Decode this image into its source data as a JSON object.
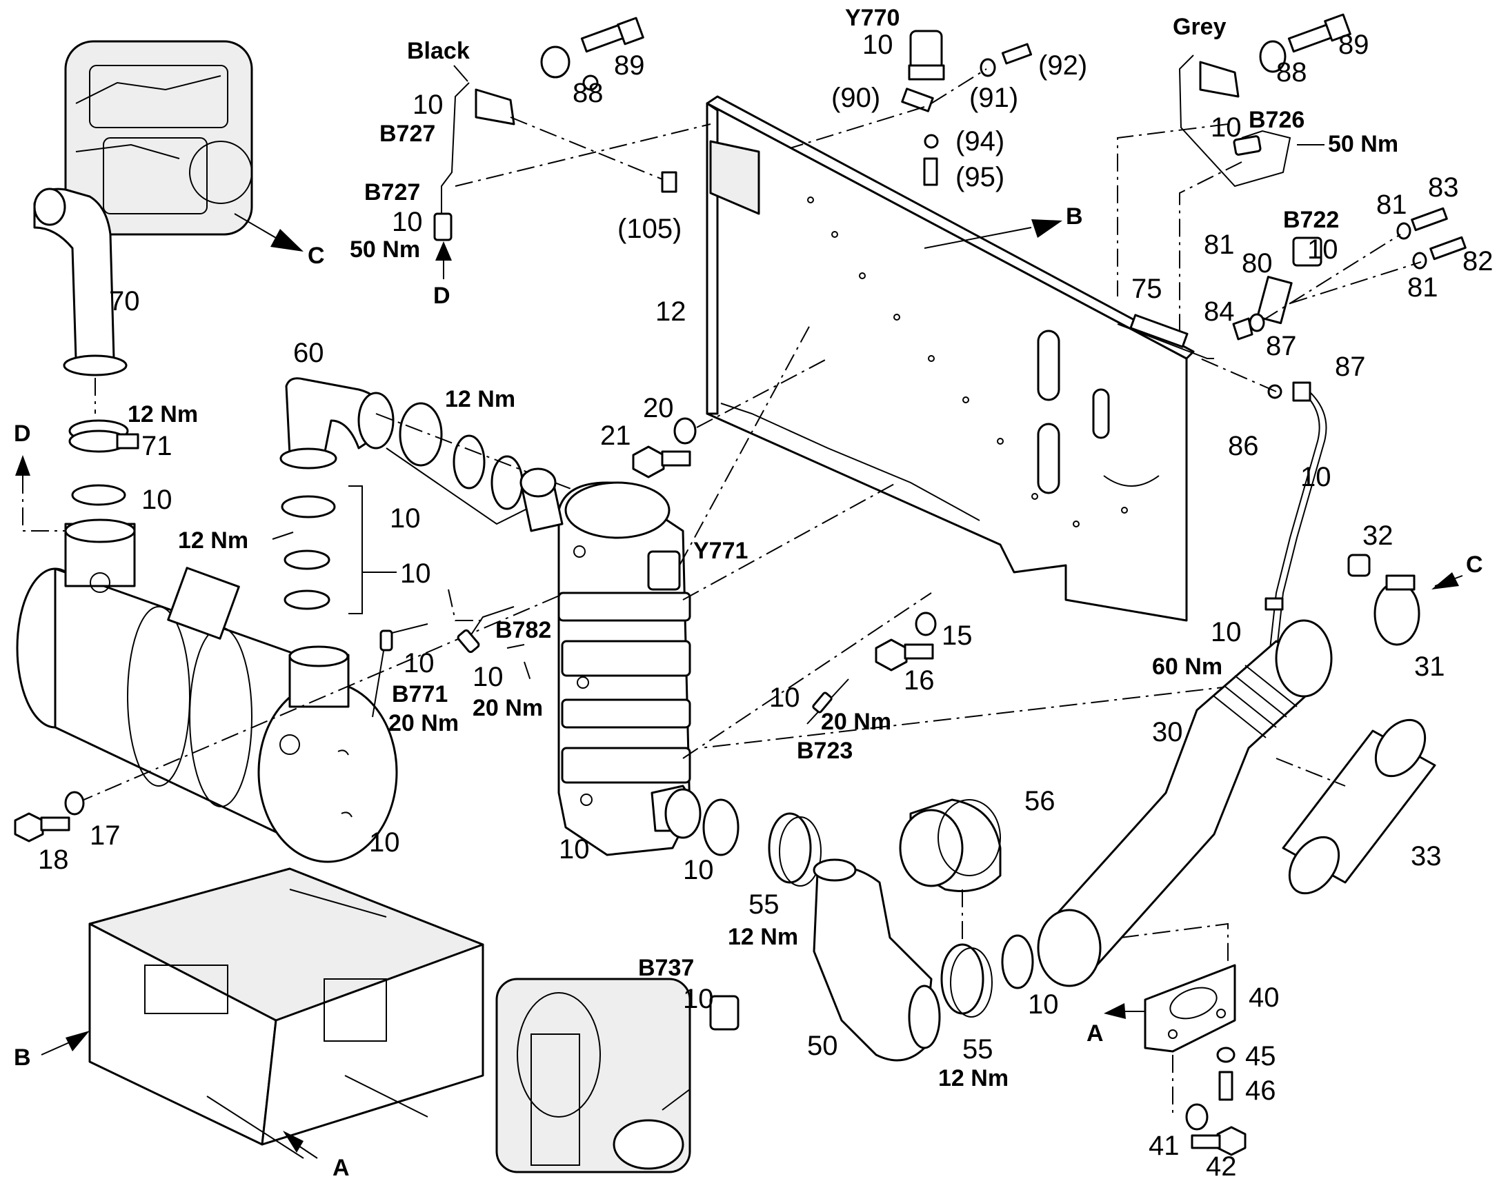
{
  "callouts": {
    "c70": "70",
    "c71": "71",
    "c71_torque": "12 Nm",
    "c10_ring_top": "10",
    "d_top": "D",
    "c60": "60",
    "c60_torque": "12 Nm",
    "c10_seals": "10",
    "c10_bracket_group": "10",
    "c10_clamp_group_torque": "12 Nm",
    "c10_sensor_left": "10",
    "b771": "B771",
    "b771_torque": "20 Nm",
    "c10_sensor_mid": "10",
    "b782": "B782",
    "b782_torque": "20 Nm",
    "c18": "18",
    "c17": "17",
    "c10_muffler": "10",
    "c10_dpf": "10",
    "c21": "21",
    "c20": "20",
    "c12": "12",
    "c105": "(105)",
    "black": "Black",
    "c10_b727": "10",
    "b727_top": "B727",
    "b727_bottom": "B727",
    "c10_b727_bottom": "10",
    "b727_torque": "50 Nm",
    "d_bottom": "D",
    "c88_left": "88",
    "c89_left": "89",
    "y770": "Y770",
    "c10_y770": "10",
    "c90": "(90)",
    "c91": "(91)",
    "c92": "(92)",
    "c94": "(94)",
    "c95": "(95)",
    "grey": "Grey",
    "c88_right": "88",
    "c89_right": "89",
    "c10_b726": "10",
    "b726": "B726",
    "b726_torque": "50 Nm",
    "b_arrow": "B",
    "b722": "B722",
    "c10_b722": "10",
    "c81_top": "81",
    "c83": "83",
    "c82": "82",
    "c81_mid": "81",
    "c81_right": "81",
    "c80": "80",
    "c84": "84",
    "c75": "75",
    "c87_left": "87",
    "c87_right": "87",
    "c86": "86",
    "c10_pipe": "10",
    "c10_pipe_lower": "10",
    "pipe_torque": "60 Nm",
    "y771": "Y771",
    "c15": "15",
    "c16": "16",
    "c10_b723": "10",
    "b723_torque": "20 Nm",
    "b723": "B723",
    "c32": "32",
    "c_arrow": "C",
    "c31": "31",
    "c30": "30",
    "c33": "33",
    "c56": "56",
    "c10_flange_ring": "10",
    "c55_upper": "55",
    "c55_upper_torque": "12 Nm",
    "c50": "50",
    "c55_lower": "55",
    "c55_lower_torque": "12 Nm",
    "c10_oring": "10",
    "a_arrow_right": "A",
    "c40": "40",
    "c45": "45",
    "c46": "46",
    "c41": "41",
    "c42": "42",
    "b737": "B737",
    "c10_b737": "10",
    "b_arrow_bottom": "B",
    "a_arrow_bottom": "A",
    "c_arrow_engine": "C"
  }
}
